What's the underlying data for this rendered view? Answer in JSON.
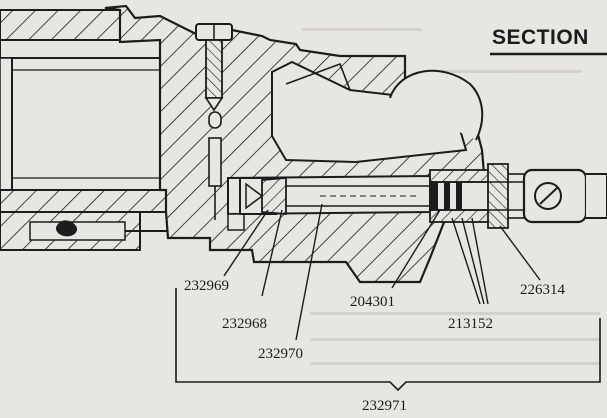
{
  "page": {
    "section_heading": "SECTION"
  },
  "colors": {
    "background": "#e8e6e2",
    "ink": "#1c1c1c",
    "hatch": "#1c1c1c",
    "bleed_through": "#b9b6b0"
  },
  "diagram": {
    "labels": {
      "tube_fitting": "232969",
      "seat": "232968",
      "nozzle_tube": "232970",
      "packing_nut": "204301",
      "lever_nut": "226314",
      "packing_washers": "213152",
      "assembly": "232971"
    }
  }
}
